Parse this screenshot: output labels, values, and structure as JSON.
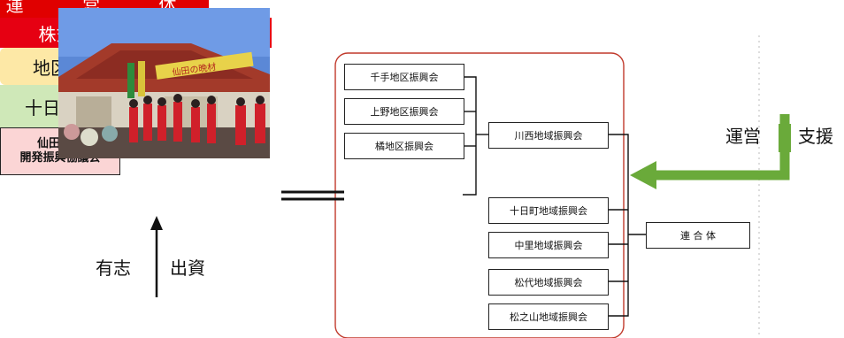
{
  "title": "運 営 体 制",
  "photo": {
    "sign_text": "仙田の晩材"
  },
  "company": "株式会社あいポート仙田",
  "residents": "地区住民",
  "arrow_left_label": "有志",
  "arrow_right_label": "出資",
  "city": "十日町市",
  "city_left_label": "運営",
  "city_right_label": "支援",
  "council": {
    "line1": "仙田地区",
    "line2": "開発振興協議会"
  },
  "promo_groups": [
    "千手地区振興会",
    "上野地区振興会",
    "橘地区振興会"
  ],
  "kawanishi": "川西地域振興会",
  "regional_groups": [
    "十日町地域振興会",
    "中里地域振興会",
    "松代地域振興会",
    "松之山地域振興会"
  ],
  "federation": "連 合 体",
  "colors": {
    "red": "#e60012",
    "green_arrow": "#6aaa3a",
    "city_bg": "#cfe8b8",
    "residents_bg": "#fde8a6",
    "council_bg": "#fbd5d5"
  }
}
